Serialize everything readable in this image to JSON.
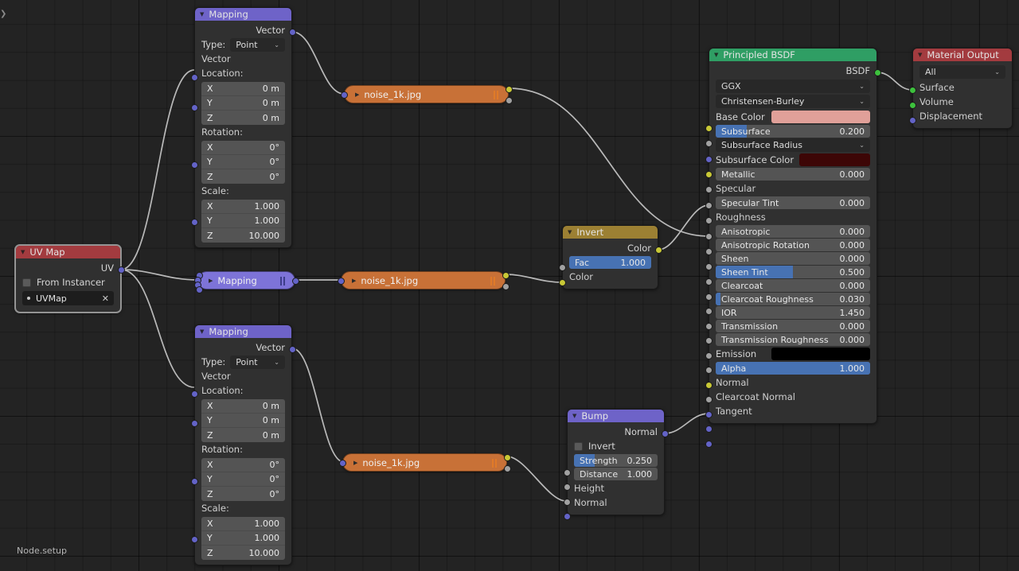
{
  "editor": {
    "footer_label": "Node.setup",
    "corner_icon": "chevron-right-icon",
    "bg_color": "#232323"
  },
  "nodes": {
    "uv_map": {
      "title": "UV Map",
      "header_color": "#a33b3f",
      "output_label": "UV",
      "from_instancer_label": "From Instancer",
      "uvmap_value": "UVMap",
      "clear_icon": "✕",
      "selected": true
    },
    "mapping_top": {
      "title": "Mapping",
      "header_color": "#6e63c8",
      "output_label": "Vector",
      "type_label": "Type:",
      "type_value": "Point",
      "vector_label": "Vector",
      "location_label": "Location:",
      "location": [
        {
          "axis": "X",
          "value": "0 m"
        },
        {
          "axis": "Y",
          "value": "0 m"
        },
        {
          "axis": "Z",
          "value": "0 m"
        }
      ],
      "rotation_label": "Rotation:",
      "rotation": [
        {
          "axis": "X",
          "value": "0°"
        },
        {
          "axis": "Y",
          "value": "0°"
        },
        {
          "axis": "Z",
          "value": "0°"
        }
      ],
      "scale_label": "Scale:",
      "scale": [
        {
          "axis": "X",
          "value": "1.000"
        },
        {
          "axis": "Y",
          "value": "1.000"
        },
        {
          "axis": "Z",
          "value": "10.000"
        }
      ]
    },
    "mapping_bottom": {
      "title": "Mapping",
      "header_color": "#6e63c8",
      "output_label": "Vector",
      "type_label": "Type:",
      "type_value": "Point",
      "vector_label": "Vector",
      "location_label": "Location:",
      "location": [
        {
          "axis": "X",
          "value": "0 m"
        },
        {
          "axis": "Y",
          "value": "0 m"
        },
        {
          "axis": "Z",
          "value": "0 m"
        }
      ],
      "rotation_label": "Rotation:",
      "rotation": [
        {
          "axis": "X",
          "value": "0°"
        },
        {
          "axis": "Y",
          "value": "0°"
        },
        {
          "axis": "Z",
          "value": "0°"
        }
      ],
      "scale_label": "Scale:",
      "scale": [
        {
          "axis": "X",
          "value": "1.000"
        },
        {
          "axis": "Y",
          "value": "1.000"
        },
        {
          "axis": "Z",
          "value": "10.000"
        }
      ]
    },
    "mapping_collapsed": {
      "title": "Mapping",
      "color": "#7d73d8"
    },
    "image_tex_1": {
      "title": "noise_1k.jpg",
      "color": "#c87137"
    },
    "image_tex_2": {
      "title": "noise_1k.jpg",
      "color": "#c87137"
    },
    "image_tex_3": {
      "title": "noise_1k.jpg",
      "color": "#c87137"
    },
    "invert": {
      "title": "Invert",
      "header_color": "#9c8033",
      "output_label": "Color",
      "fac_label": "Fac",
      "fac_value": "1.000",
      "fac_fill_pct": 100,
      "color_label": "Color"
    },
    "bump": {
      "title": "Bump",
      "header_color": "#6e63c8",
      "output_label": "Normal",
      "invert_label": "Invert",
      "strength_label": "Strength",
      "strength_value": "0.250",
      "strength_fill_pct": 25,
      "distance_label": "Distance",
      "distance_value": "1.000",
      "height_label": "Height",
      "normal_label": "Normal"
    },
    "principled": {
      "title": "Principled BSDF",
      "header_color": "#2f9e64",
      "output_label": "BSDF",
      "distribution": "GGX",
      "subsurface_method": "Christensen-Burley",
      "base_color_label": "Base Color",
      "base_color_value": "#e0a099",
      "subsurface_radius_label": "Subsurface Radius",
      "subsurface_color_label": "Subsurface Color",
      "subsurface_color_value": "#3d0606",
      "emission_label": "Emission",
      "emission_color_value": "#000000",
      "inputs": [
        {
          "label": "Subsurface",
          "value": "0.200",
          "fill": 20,
          "socket": "grey"
        },
        {
          "label": "Metallic",
          "value": "0.000",
          "fill": 0,
          "socket": "grey"
        },
        {
          "label": "Specular",
          "value": "",
          "fill": 0,
          "socket": "grey",
          "linked": true
        },
        {
          "label": "Specular Tint",
          "value": "0.000",
          "fill": 0,
          "socket": "grey"
        },
        {
          "label": "Roughness",
          "value": "",
          "fill": 0,
          "socket": "grey",
          "linked": true
        },
        {
          "label": "Anisotropic",
          "value": "0.000",
          "fill": 0,
          "socket": "grey"
        },
        {
          "label": "Anisotropic Rotation",
          "value": "0.000",
          "fill": 0,
          "socket": "grey"
        },
        {
          "label": "Sheen",
          "value": "0.000",
          "fill": 0,
          "socket": "grey"
        },
        {
          "label": "Sheen Tint",
          "value": "0.500",
          "fill": 50,
          "socket": "grey"
        },
        {
          "label": "Clearcoat",
          "value": "0.000",
          "fill": 0,
          "socket": "grey"
        },
        {
          "label": "Clearcoat Roughness",
          "value": "0.030",
          "fill": 3,
          "socket": "grey"
        },
        {
          "label": "IOR",
          "value": "1.450",
          "fill": 0,
          "socket": "grey"
        },
        {
          "label": "Transmission",
          "value": "0.000",
          "fill": 0,
          "socket": "grey"
        },
        {
          "label": "Transmission Roughness",
          "value": "0.000",
          "fill": 0,
          "socket": "grey"
        },
        {
          "label": "Alpha",
          "value": "1.000",
          "fill": 100,
          "socket": "grey"
        }
      ],
      "normal_label": "Normal",
      "clearcoat_normal_label": "Clearcoat Normal",
      "tangent_label": "Tangent"
    },
    "material_output": {
      "title": "Material Output",
      "header_color": "#a33b3f",
      "target_value": "All",
      "surface_label": "Surface",
      "volume_label": "Volume",
      "displacement_label": "Displacement"
    }
  }
}
